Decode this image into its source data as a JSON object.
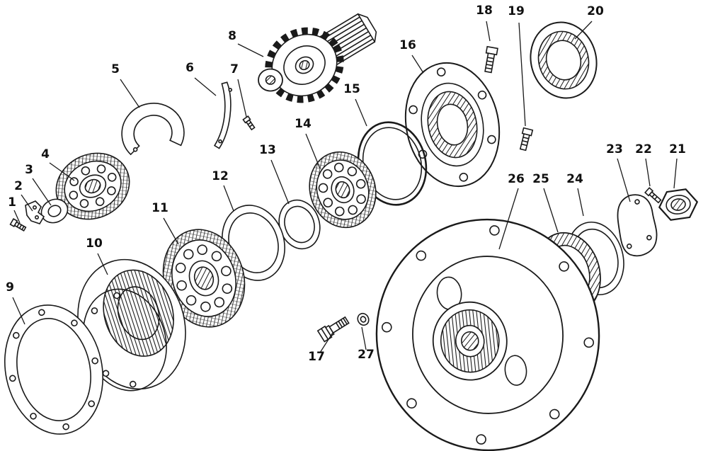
{
  "diagram": {
    "type": "exploded-parts-diagram",
    "callouts": [
      "1",
      "2",
      "3",
      "4",
      "5",
      "6",
      "7",
      "8",
      "9",
      "10",
      "11",
      "12",
      "13",
      "14",
      "15",
      "16",
      "17",
      "18",
      "19",
      "20",
      "21",
      "22",
      "23",
      "24",
      "25",
      "26",
      "27"
    ]
  },
  "colors": {
    "line": "#1a1a1a",
    "background": "#ffffff"
  }
}
